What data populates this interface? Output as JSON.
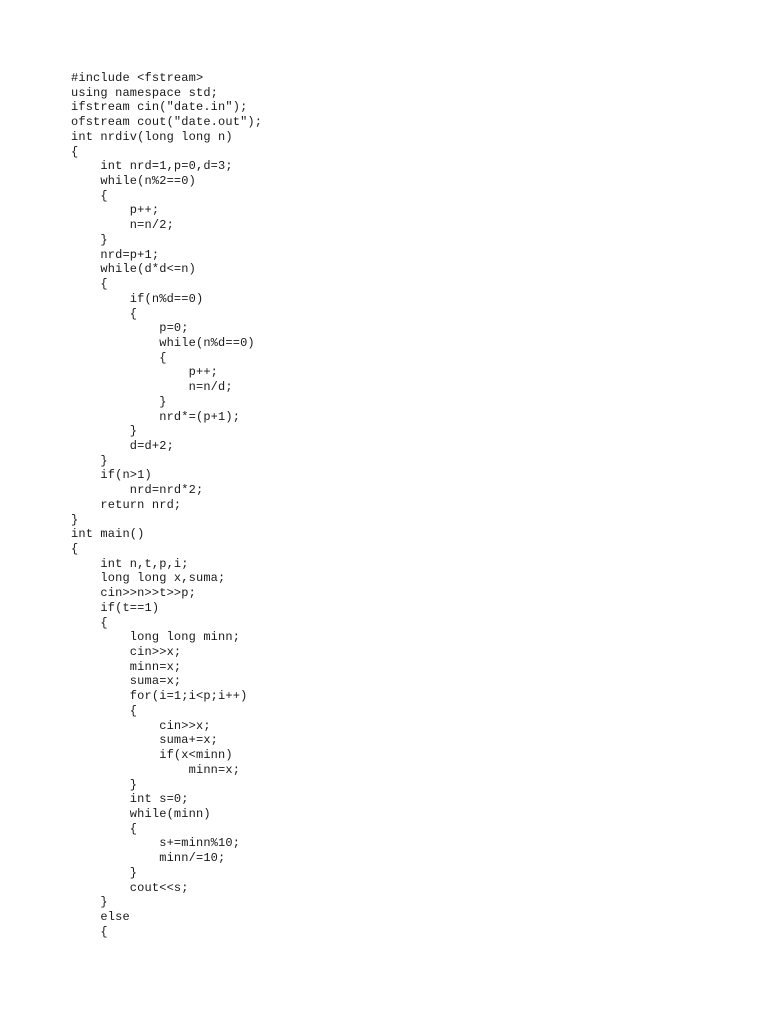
{
  "document": {
    "lines": [
      "#include <fstream>",
      "using namespace std;",
      "ifstream cin(\"date.in\");",
      "ofstream cout(\"date.out\");",
      "int nrdiv(long long n)",
      "{",
      "    int nrd=1,p=0,d=3;",
      "    while(n%2==0)",
      "    {",
      "        p++;",
      "        n=n/2;",
      "    }",
      "    nrd=p+1;",
      "    while(d*d<=n)",
      "    {",
      "        if(n%d==0)",
      "        {",
      "            p=0;",
      "            while(n%d==0)",
      "            {",
      "                p++;",
      "                n=n/d;",
      "            }",
      "            nrd*=(p+1);",
      "        }",
      "        d=d+2;",
      "    }",
      "    if(n>1)",
      "        nrd=nrd*2;",
      "    return nrd;",
      "}",
      "int main()",
      "{",
      "    int n,t,p,i;",
      "    long long x,suma;",
      "    cin>>n>>t>>p;",
      "    if(t==1)",
      "    {",
      "        long long minn;",
      "        cin>>x;",
      "        minn=x;",
      "        suma=x;",
      "        for(i=1;i<p;i++)",
      "        {",
      "            cin>>x;",
      "            suma+=x;",
      "            if(x<minn)",
      "                minn=x;",
      "        }",
      "        int s=0;",
      "        while(minn)",
      "        {",
      "            s+=minn%10;",
      "            minn/=10;",
      "        }",
      "        cout<<s;",
      "    }",
      "    else",
      "    {"
    ]
  }
}
